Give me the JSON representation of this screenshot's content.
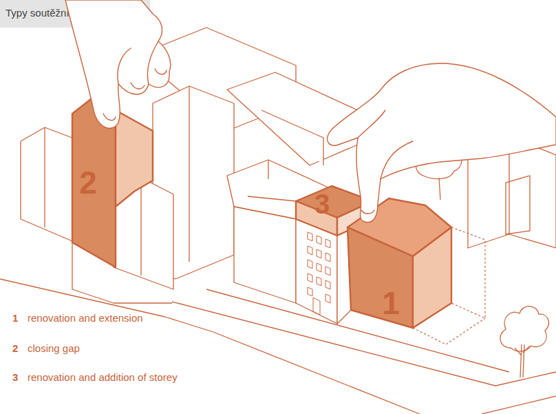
{
  "diagram": {
    "title": "Typy soutěžních úloh",
    "nodes": [
      {
        "text": [
          "2"
        ]
      },
      {
        "text": [
          "3"
        ]
      },
      {
        "text": [
          "1"
        ]
      }
    ],
    "labels": [
      "1",
      "renovation and extension",
      "2",
      "closing gap",
      "3",
      "renovation and addition of storey"
    ]
  }
}
